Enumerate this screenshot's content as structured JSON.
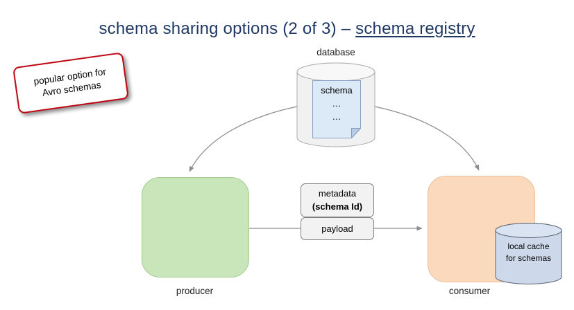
{
  "title": {
    "prefix": "schema sharing options (2 of 3) – ",
    "emphasis": "schema registry"
  },
  "sticky_note": {
    "line1": "popular option for",
    "line2": "Avro schemas"
  },
  "registry": {
    "label": "database",
    "doc_title": "schema",
    "doc_dots1": "…",
    "doc_dots2": "…"
  },
  "producer": {
    "label": "producer"
  },
  "consumer": {
    "label": "consumer"
  },
  "message": {
    "metadata": "metadata",
    "schema_id": "(schema Id)",
    "payload": "payload"
  },
  "cache": {
    "line1": "local cache",
    "line2": "for schemas"
  },
  "colors": {
    "title_text": "#1F3864",
    "note_border": "#BE0712",
    "producer_fill": "#C9E6BA",
    "consumer_fill": "#FBD9BD",
    "doc_fill": "#DCE9F7",
    "cache_fill": "#CDD9EB",
    "cylinder_fill": "#F1F1F1",
    "arrow": "#8C8C8C"
  }
}
